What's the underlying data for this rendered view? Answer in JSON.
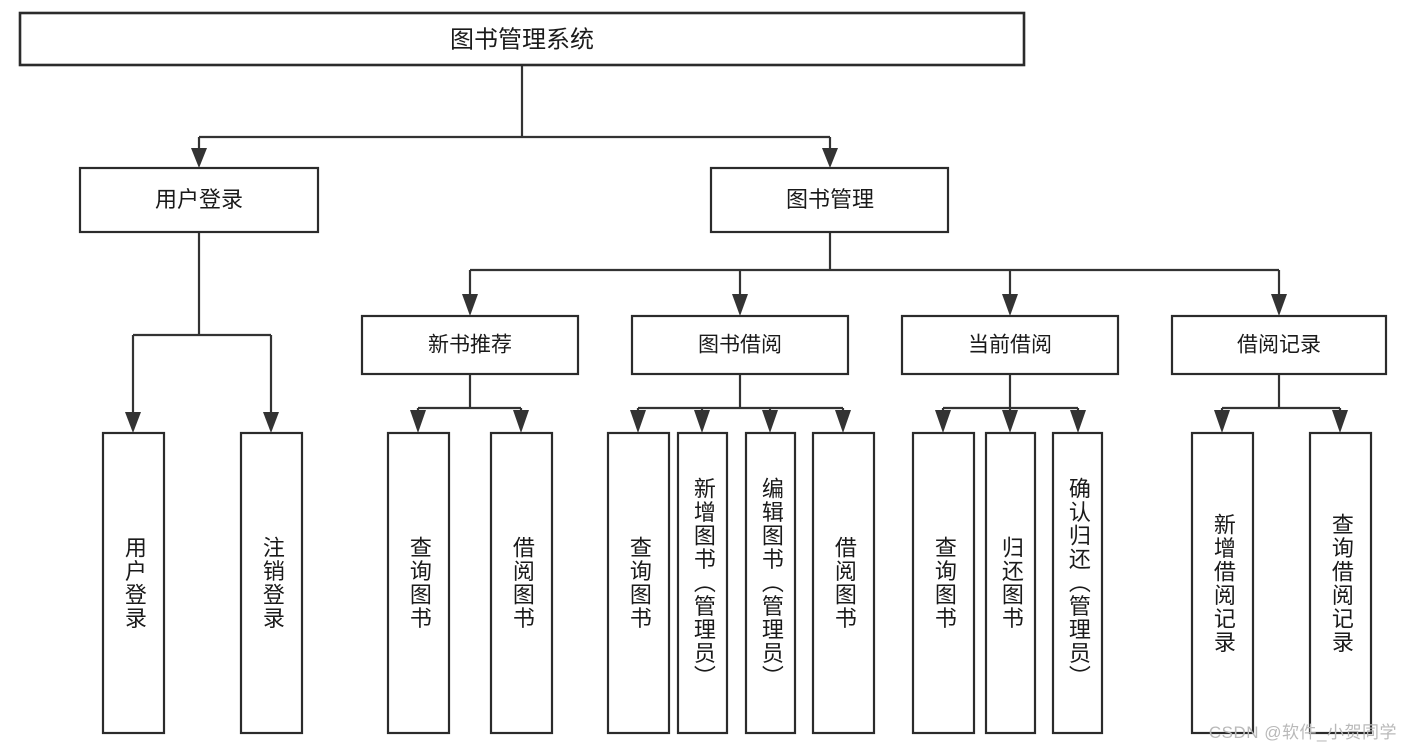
{
  "diagram": {
    "title": "图书管理系统",
    "watermark": "CSDN @软件_小贺同学",
    "levels": {
      "level1": [
        {
          "id": "root",
          "label": "图书管理系统"
        }
      ],
      "level2": [
        {
          "id": "user-login",
          "label": "用户登录"
        },
        {
          "id": "book-manage",
          "label": "图书管理"
        }
      ],
      "level3": [
        {
          "id": "new-book-rec",
          "label": "新书推荐"
        },
        {
          "id": "book-borrow",
          "label": "图书借阅"
        },
        {
          "id": "current-borrow",
          "label": "当前借阅"
        },
        {
          "id": "borrow-record",
          "label": "借阅记录"
        }
      ],
      "level4": [
        {
          "id": "leaf-user-login",
          "label": "用户登录",
          "parent": "user-login"
        },
        {
          "id": "leaf-logout",
          "label": "注销登录",
          "parent": "user-login"
        },
        {
          "id": "leaf-query-book-1",
          "label": "查询图书",
          "parent": "new-book-rec"
        },
        {
          "id": "leaf-borrow-book-1",
          "label": "借阅图书",
          "parent": "new-book-rec"
        },
        {
          "id": "leaf-query-book-2",
          "label": "查询图书",
          "parent": "book-borrow"
        },
        {
          "id": "leaf-add-book",
          "label": "新增图书（管理员）",
          "parent": "book-borrow"
        },
        {
          "id": "leaf-edit-book",
          "label": "编辑图书（管理员）",
          "parent": "book-borrow"
        },
        {
          "id": "leaf-borrow-book-2",
          "label": "借阅图书",
          "parent": "book-borrow"
        },
        {
          "id": "leaf-query-book-3",
          "label": "查询图书",
          "parent": "current-borrow"
        },
        {
          "id": "leaf-return-book",
          "label": "归还图书",
          "parent": "current-borrow"
        },
        {
          "id": "leaf-confirm-return",
          "label": "确认归还（管理员）",
          "parent": "current-borrow"
        },
        {
          "id": "leaf-add-record",
          "label": "新增借阅记录",
          "parent": "borrow-record"
        },
        {
          "id": "leaf-query-record",
          "label": "查询借阅记录",
          "parent": "borrow-record"
        }
      ]
    },
    "colors": {
      "stroke": "#2b2b2b",
      "connector": "#333333",
      "background": "#ffffff",
      "text": "#1a1a1a",
      "watermark": "#b9b9b9"
    }
  }
}
